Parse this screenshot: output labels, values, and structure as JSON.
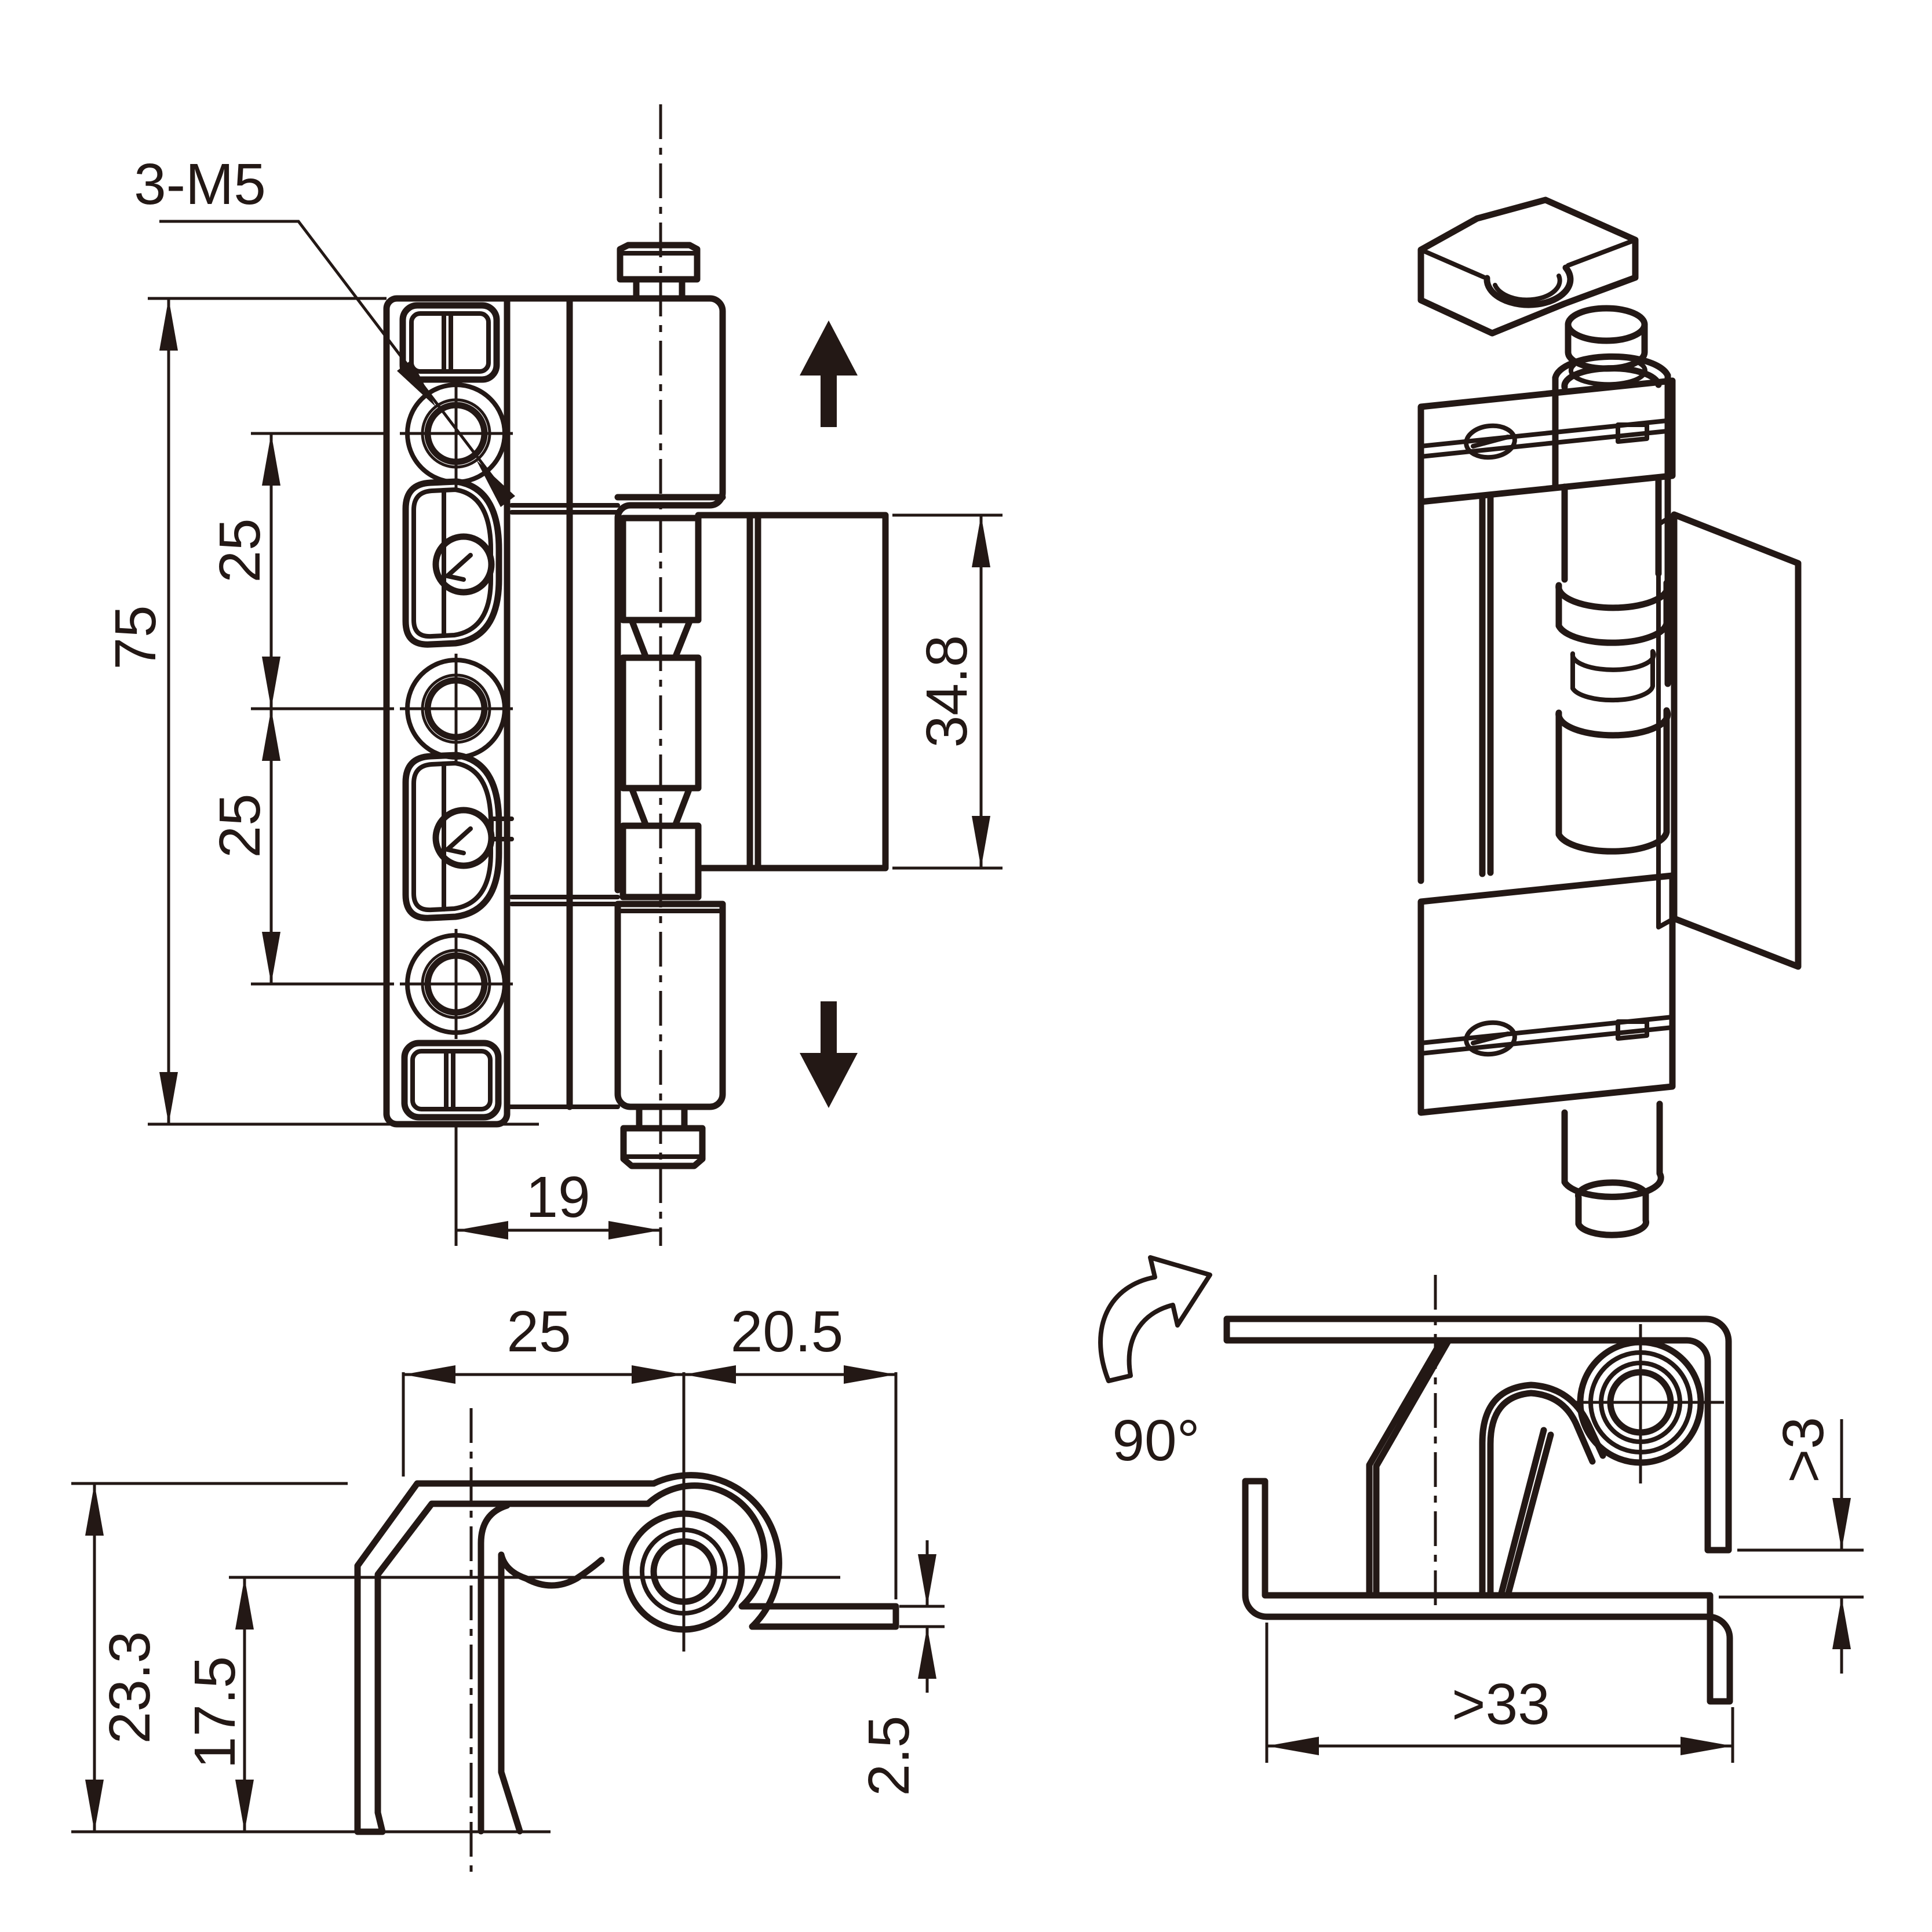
{
  "drawing": {
    "type": "technical-drawing",
    "subject": "concealed cabinet hinge",
    "colors": {
      "line": "#231815",
      "background": "#ffffff"
    },
    "views": {
      "front": {
        "labels": {
          "thread_callout": "3-M5",
          "overall_height": "75",
          "hole_pitch_upper": "25",
          "hole_pitch_lower": "25",
          "door_plate_height": "34.8",
          "pin_offset": "19"
        }
      },
      "side": {
        "labels": {
          "leaf_depth": "25",
          "tab_length": "20.5",
          "overall_depth": "23.3",
          "inner_depth": "17.5",
          "tab_thickness": "2.5"
        }
      },
      "open": {
        "labels": {
          "open_angle": "90°",
          "min_gap": ">3",
          "min_clearance": ">33"
        }
      },
      "isometric": {
        "labels": {}
      }
    }
  }
}
